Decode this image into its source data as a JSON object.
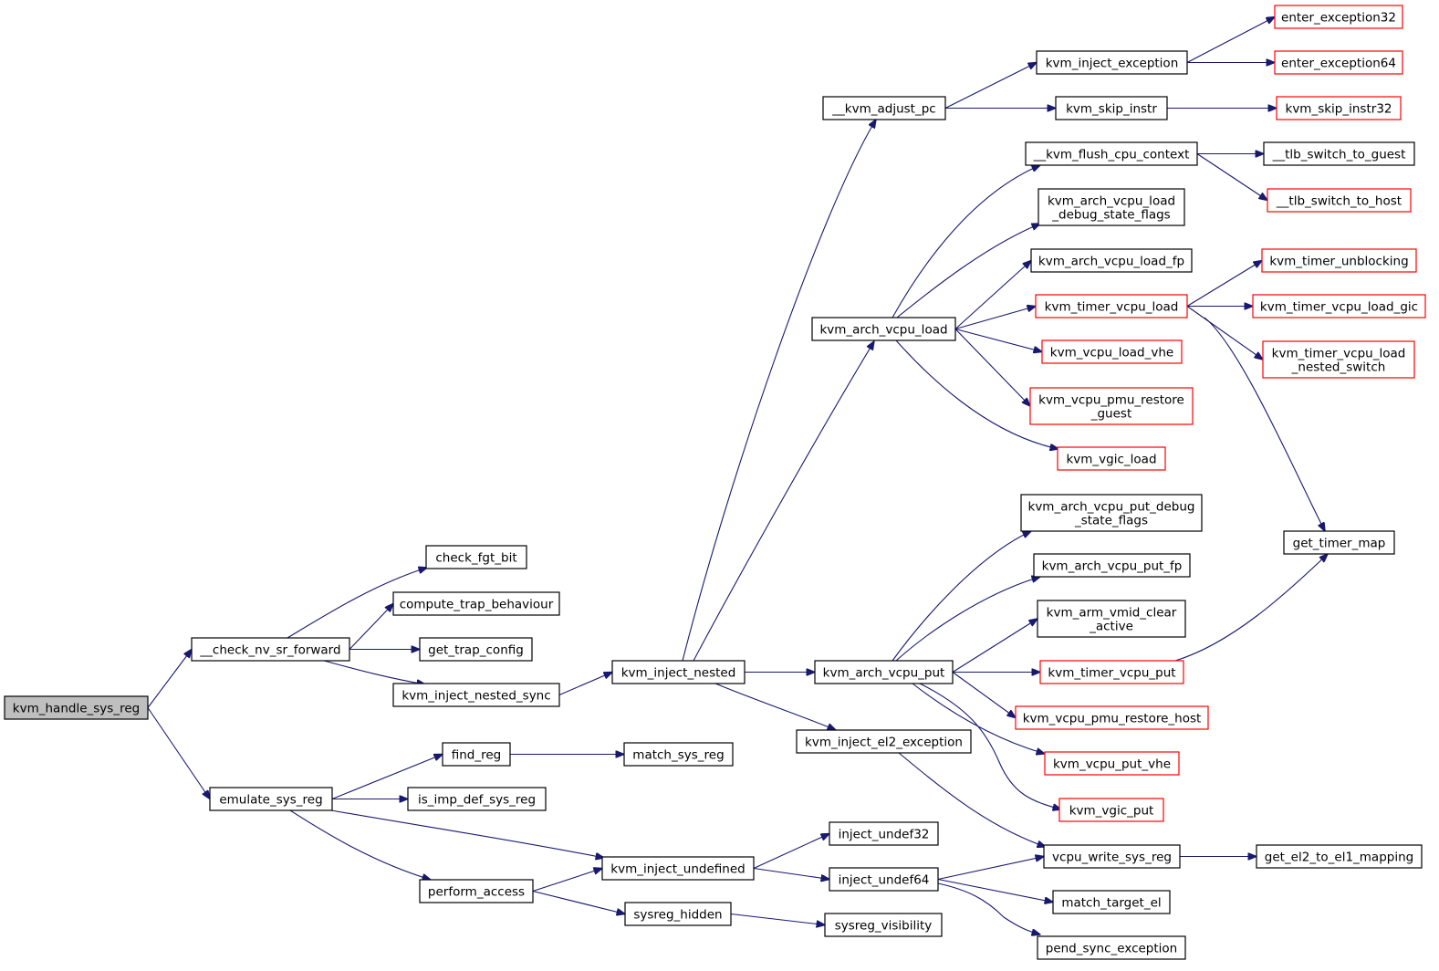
{
  "colors": {
    "edge": "#191970",
    "node_border_default": "#000000",
    "node_border_undocumented": "#ff0000",
    "node_fill_root": "#bfbfbf",
    "node_fill": "#ffffff"
  },
  "nodes": [
    {
      "id": "kvm_handle_sys_reg",
      "lines": [
        "kvm_handle_sys_reg"
      ],
      "style": "root"
    },
    {
      "id": "check_nv_sr_forward",
      "lines": [
        "__check_nv_sr_forward"
      ],
      "style": "normal"
    },
    {
      "id": "emulate_sys_reg",
      "lines": [
        "emulate_sys_reg"
      ],
      "style": "normal"
    },
    {
      "id": "check_fgt_bit",
      "lines": [
        "check_fgt_bit"
      ],
      "style": "normal"
    },
    {
      "id": "compute_trap_behaviour",
      "lines": [
        "compute_trap_behaviour"
      ],
      "style": "normal"
    },
    {
      "id": "get_trap_config",
      "lines": [
        "get_trap_config"
      ],
      "style": "normal"
    },
    {
      "id": "kvm_inject_nested_sync",
      "lines": [
        "kvm_inject_nested_sync"
      ],
      "style": "normal"
    },
    {
      "id": "find_reg",
      "lines": [
        "find_reg"
      ],
      "style": "normal"
    },
    {
      "id": "is_imp_def_sys_reg",
      "lines": [
        "is_imp_def_sys_reg"
      ],
      "style": "normal"
    },
    {
      "id": "perform_access",
      "lines": [
        "perform_access"
      ],
      "style": "normal"
    },
    {
      "id": "kvm_inject_nested",
      "lines": [
        "kvm_inject_nested"
      ],
      "style": "normal"
    },
    {
      "id": "match_sys_reg",
      "lines": [
        "match_sys_reg"
      ],
      "style": "normal"
    },
    {
      "id": "kvm_inject_undefined",
      "lines": [
        "kvm_inject_undefined"
      ],
      "style": "normal"
    },
    {
      "id": "sysreg_hidden",
      "lines": [
        "sysreg_hidden"
      ],
      "style": "normal"
    },
    {
      "id": "kvm_adjust_pc",
      "lines": [
        "__kvm_adjust_pc"
      ],
      "style": "normal"
    },
    {
      "id": "kvm_arch_vcpu_load",
      "lines": [
        "kvm_arch_vcpu_load"
      ],
      "style": "normal"
    },
    {
      "id": "kvm_arch_vcpu_put",
      "lines": [
        "kvm_arch_vcpu_put"
      ],
      "style": "normal"
    },
    {
      "id": "kvm_inject_el2_exception",
      "lines": [
        "kvm_inject_el2_exception"
      ],
      "style": "normal"
    },
    {
      "id": "inject_undef32",
      "lines": [
        "inject_undef32"
      ],
      "style": "normal"
    },
    {
      "id": "inject_undef64",
      "lines": [
        "inject_undef64"
      ],
      "style": "normal"
    },
    {
      "id": "sysreg_visibility",
      "lines": [
        "sysreg_visibility"
      ],
      "style": "normal"
    },
    {
      "id": "kvm_inject_exception",
      "lines": [
        "kvm_inject_exception"
      ],
      "style": "normal"
    },
    {
      "id": "kvm_skip_instr",
      "lines": [
        "kvm_skip_instr"
      ],
      "style": "normal"
    },
    {
      "id": "kvm_flush_cpu_context",
      "lines": [
        "__kvm_flush_cpu_context"
      ],
      "style": "normal"
    },
    {
      "id": "kvm_arch_vcpu_load_debug_state_flags",
      "lines": [
        "kvm_arch_vcpu_load",
        "_debug_state_flags"
      ],
      "style": "normal"
    },
    {
      "id": "kvm_arch_vcpu_load_fp",
      "lines": [
        "kvm_arch_vcpu_load_fp"
      ],
      "style": "normal"
    },
    {
      "id": "kvm_timer_vcpu_load",
      "lines": [
        "kvm_timer_vcpu_load"
      ],
      "style": "red"
    },
    {
      "id": "kvm_vcpu_load_vhe",
      "lines": [
        "kvm_vcpu_load_vhe"
      ],
      "style": "red"
    },
    {
      "id": "kvm_vcpu_pmu_restore_guest",
      "lines": [
        "kvm_vcpu_pmu_restore",
        "_guest"
      ],
      "style": "red"
    },
    {
      "id": "kvm_vgic_load",
      "lines": [
        "kvm_vgic_load"
      ],
      "style": "red"
    },
    {
      "id": "kvm_arch_vcpu_put_debug_state_flags",
      "lines": [
        "kvm_arch_vcpu_put_debug",
        "_state_flags"
      ],
      "style": "normal"
    },
    {
      "id": "kvm_arch_vcpu_put_fp",
      "lines": [
        "kvm_arch_vcpu_put_fp"
      ],
      "style": "normal"
    },
    {
      "id": "kvm_arm_vmid_clear_active",
      "lines": [
        "kvm_arm_vmid_clear",
        "_active"
      ],
      "style": "normal"
    },
    {
      "id": "kvm_timer_vcpu_put",
      "lines": [
        "kvm_timer_vcpu_put"
      ],
      "style": "red"
    },
    {
      "id": "kvm_vcpu_pmu_restore_host",
      "lines": [
        "kvm_vcpu_pmu_restore_host"
      ],
      "style": "red"
    },
    {
      "id": "kvm_vcpu_put_vhe",
      "lines": [
        "kvm_vcpu_put_vhe"
      ],
      "style": "red"
    },
    {
      "id": "kvm_vgic_put",
      "lines": [
        "kvm_vgic_put"
      ],
      "style": "red"
    },
    {
      "id": "vcpu_write_sys_reg",
      "lines": [
        "vcpu_write_sys_reg"
      ],
      "style": "normal"
    },
    {
      "id": "match_target_el",
      "lines": [
        "match_target_el"
      ],
      "style": "normal"
    },
    {
      "id": "pend_sync_exception",
      "lines": [
        "pend_sync_exception"
      ],
      "style": "normal"
    },
    {
      "id": "enter_exception32",
      "lines": [
        "enter_exception32"
      ],
      "style": "red"
    },
    {
      "id": "enter_exception64",
      "lines": [
        "enter_exception64"
      ],
      "style": "red"
    },
    {
      "id": "kvm_skip_instr32",
      "lines": [
        "kvm_skip_instr32"
      ],
      "style": "red"
    },
    {
      "id": "tlb_switch_to_guest",
      "lines": [
        "__tlb_switch_to_guest"
      ],
      "style": "normal"
    },
    {
      "id": "tlb_switch_to_host",
      "lines": [
        "__tlb_switch_to_host"
      ],
      "style": "red"
    },
    {
      "id": "kvm_timer_unblocking",
      "lines": [
        "kvm_timer_unblocking"
      ],
      "style": "red"
    },
    {
      "id": "kvm_timer_vcpu_load_gic",
      "lines": [
        "kvm_timer_vcpu_load_gic"
      ],
      "style": "red"
    },
    {
      "id": "kvm_timer_vcpu_load_nested_switch",
      "lines": [
        "kvm_timer_vcpu_load",
        "_nested_switch"
      ],
      "style": "red"
    },
    {
      "id": "get_timer_map",
      "lines": [
        "get_timer_map"
      ],
      "style": "normal"
    },
    {
      "id": "get_el2_to_el1_mapping",
      "lines": [
        "get_el2_to_el1_mapping"
      ],
      "style": "normal"
    }
  ],
  "edges": [
    [
      "kvm_handle_sys_reg",
      "check_nv_sr_forward"
    ],
    [
      "kvm_handle_sys_reg",
      "emulate_sys_reg"
    ],
    [
      "check_nv_sr_forward",
      "check_fgt_bit"
    ],
    [
      "check_nv_sr_forward",
      "compute_trap_behaviour"
    ],
    [
      "check_nv_sr_forward",
      "get_trap_config"
    ],
    [
      "check_nv_sr_forward",
      "kvm_inject_nested_sync"
    ],
    [
      "emulate_sys_reg",
      "find_reg"
    ],
    [
      "emulate_sys_reg",
      "is_imp_def_sys_reg"
    ],
    [
      "emulate_sys_reg",
      "kvm_inject_undefined"
    ],
    [
      "emulate_sys_reg",
      "perform_access"
    ],
    [
      "kvm_inject_nested_sync",
      "kvm_inject_nested"
    ],
    [
      "find_reg",
      "match_sys_reg"
    ],
    [
      "perform_access",
      "kvm_inject_undefined"
    ],
    [
      "perform_access",
      "sysreg_hidden"
    ],
    [
      "kvm_inject_nested",
      "kvm_adjust_pc"
    ],
    [
      "kvm_inject_nested",
      "kvm_arch_vcpu_load"
    ],
    [
      "kvm_inject_nested",
      "kvm_arch_vcpu_put"
    ],
    [
      "kvm_inject_nested",
      "kvm_inject_el2_exception"
    ],
    [
      "kvm_inject_undefined",
      "inject_undef32"
    ],
    [
      "kvm_inject_undefined",
      "inject_undef64"
    ],
    [
      "sysreg_hidden",
      "sysreg_visibility"
    ],
    [
      "kvm_adjust_pc",
      "kvm_inject_exception"
    ],
    [
      "kvm_adjust_pc",
      "kvm_skip_instr"
    ],
    [
      "kvm_arch_vcpu_load",
      "kvm_flush_cpu_context"
    ],
    [
      "kvm_arch_vcpu_load",
      "kvm_arch_vcpu_load_debug_state_flags"
    ],
    [
      "kvm_arch_vcpu_load",
      "kvm_arch_vcpu_load_fp"
    ],
    [
      "kvm_arch_vcpu_load",
      "kvm_timer_vcpu_load"
    ],
    [
      "kvm_arch_vcpu_load",
      "kvm_vcpu_load_vhe"
    ],
    [
      "kvm_arch_vcpu_load",
      "kvm_vcpu_pmu_restore_guest"
    ],
    [
      "kvm_arch_vcpu_load",
      "kvm_vgic_load"
    ],
    [
      "kvm_arch_vcpu_put",
      "kvm_arch_vcpu_put_debug_state_flags"
    ],
    [
      "kvm_arch_vcpu_put",
      "kvm_arch_vcpu_put_fp"
    ],
    [
      "kvm_arch_vcpu_put",
      "kvm_arm_vmid_clear_active"
    ],
    [
      "kvm_arch_vcpu_put",
      "kvm_timer_vcpu_put"
    ],
    [
      "kvm_arch_vcpu_put",
      "kvm_vcpu_pmu_restore_host"
    ],
    [
      "kvm_arch_vcpu_put",
      "kvm_vcpu_put_vhe"
    ],
    [
      "kvm_arch_vcpu_put",
      "kvm_vgic_put"
    ],
    [
      "kvm_inject_el2_exception",
      "vcpu_write_sys_reg"
    ],
    [
      "inject_undef64",
      "vcpu_write_sys_reg"
    ],
    [
      "inject_undef64",
      "match_target_el"
    ],
    [
      "inject_undef64",
      "pend_sync_exception"
    ],
    [
      "kvm_inject_exception",
      "enter_exception32"
    ],
    [
      "kvm_inject_exception",
      "enter_exception64"
    ],
    [
      "kvm_skip_instr",
      "kvm_skip_instr32"
    ],
    [
      "kvm_flush_cpu_context",
      "tlb_switch_to_guest"
    ],
    [
      "kvm_flush_cpu_context",
      "tlb_switch_to_host"
    ],
    [
      "kvm_timer_vcpu_load",
      "kvm_timer_unblocking"
    ],
    [
      "kvm_timer_vcpu_load",
      "kvm_timer_vcpu_load_gic"
    ],
    [
      "kvm_timer_vcpu_load",
      "kvm_timer_vcpu_load_nested_switch"
    ],
    [
      "kvm_timer_vcpu_load",
      "get_timer_map"
    ],
    [
      "kvm_timer_vcpu_put",
      "get_timer_map"
    ],
    [
      "vcpu_write_sys_reg",
      "get_el2_to_el1_mapping"
    ]
  ]
}
